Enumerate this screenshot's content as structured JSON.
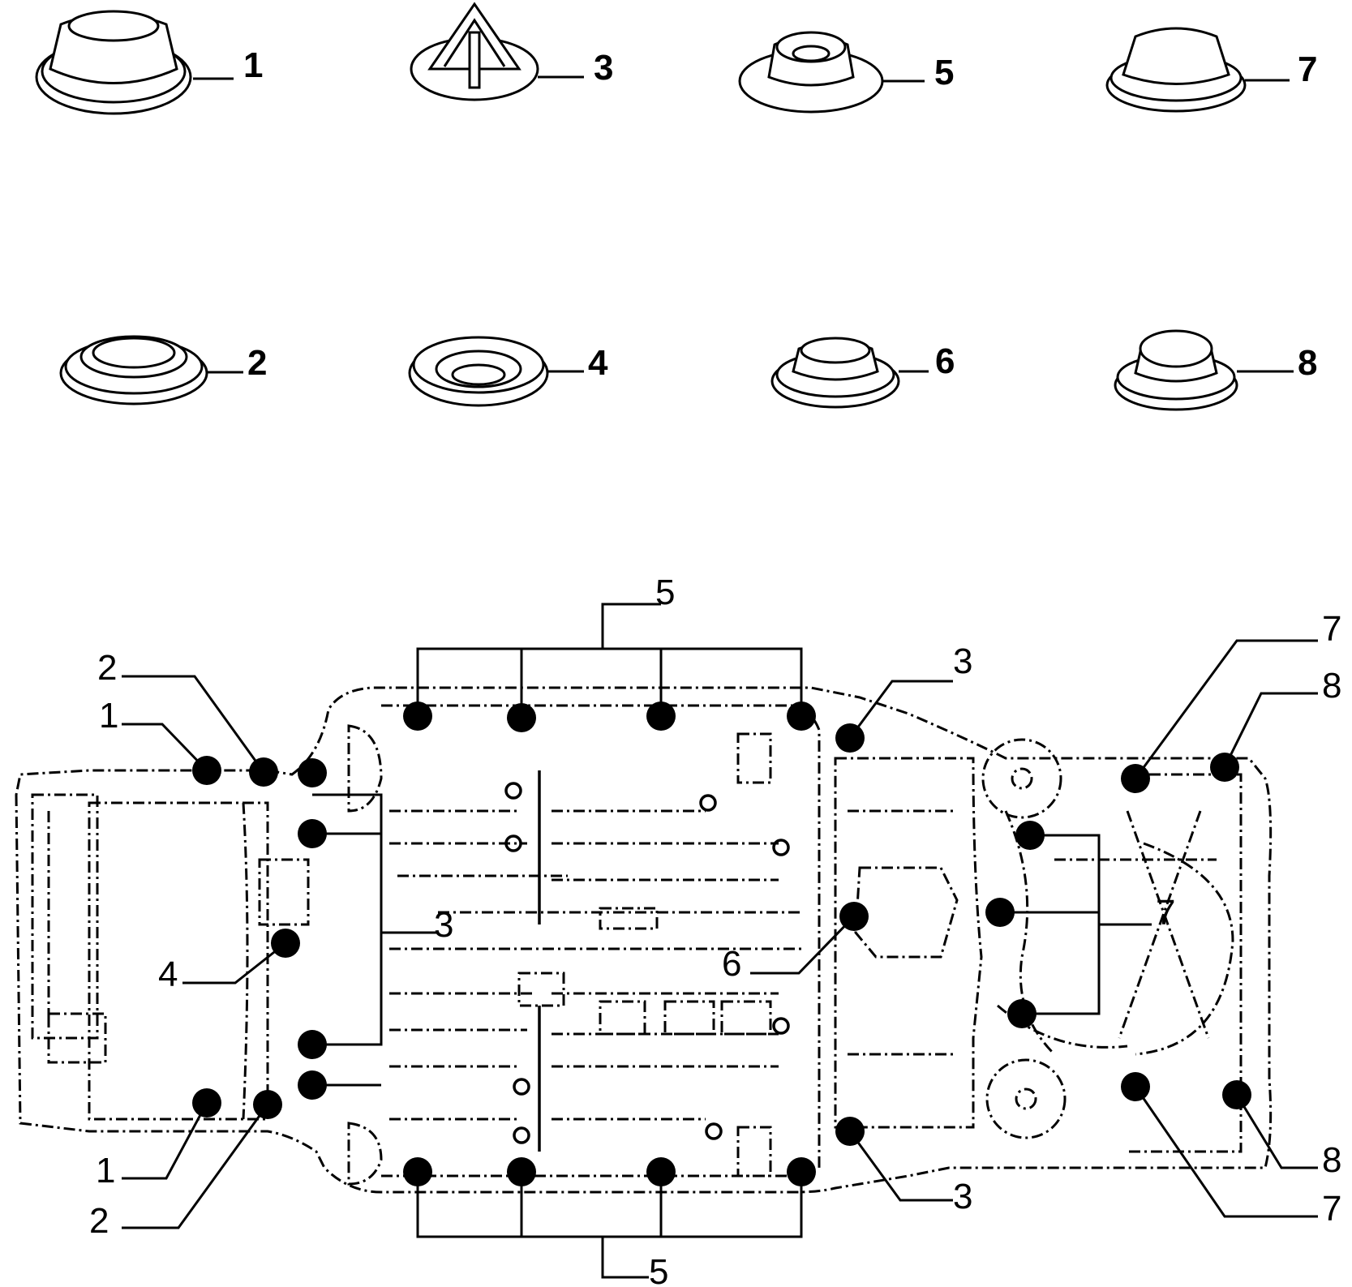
{
  "parts": [
    {
      "id": "part-1",
      "label": "1",
      "shape": "oval-plug"
    },
    {
      "id": "part-3",
      "label": "3",
      "shape": "arrow-clip"
    },
    {
      "id": "part-5",
      "label": "5",
      "shape": "flanged-plug"
    },
    {
      "id": "part-7",
      "label": "7",
      "shape": "dome-plug"
    },
    {
      "id": "part-2",
      "label": "2",
      "shape": "flat-plug"
    },
    {
      "id": "part-4",
      "label": "4",
      "shape": "open-grommet"
    },
    {
      "id": "part-6",
      "label": "6",
      "shape": "small-flanged-plug"
    },
    {
      "id": "part-8",
      "label": "8",
      "shape": "tall-dome-plug"
    }
  ],
  "callouts": {
    "top_5": "5",
    "bottom_5": "5",
    "left_2_top": "2",
    "left_1_top": "1",
    "left_1_bottom": "1",
    "left_2_bottom": "2",
    "center_3": "3",
    "left_4": "4",
    "center_6": "6",
    "right_3_top": "3",
    "right_3_bottom": "3",
    "right_7_top": "7",
    "right_8_top": "8",
    "right_7_mid": "7",
    "right_8_bottom": "8",
    "right_7_bottom": "7"
  }
}
